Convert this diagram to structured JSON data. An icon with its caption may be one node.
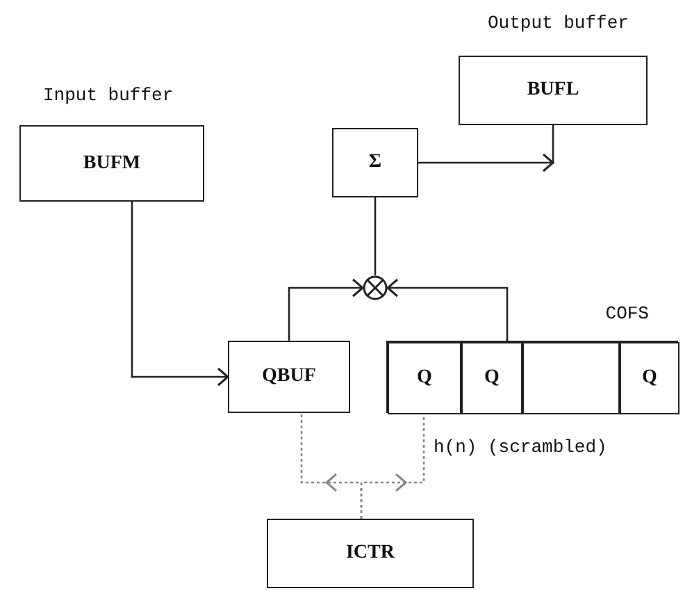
{
  "diagram": {
    "nodes": [
      {
        "text": [
          "BUFL"
        ],
        "beside": [
          "Output buffer"
        ]
      },
      {
        "text": [
          "BUFM"
        ],
        "beside": [
          "Input buffer"
        ]
      },
      {
        "text": [
          "Σ"
        ]
      },
      {
        "text": [],
        "shape": "circle"
      },
      {
        "text": [
          "QBUF"
        ]
      },
      {
        "text": [
          "COFS"
        ]
      },
      {
        "text": [
          "Q"
        ],
        "in": 5
      },
      {
        "text": [
          "Q"
        ],
        "in": 5
      },
      {
        "text": [],
        "shape": "box",
        "in": 5
      },
      {
        "text": [
          "Q"
        ],
        "in": 5
      },
      {
        "text": [
          "ICTR"
        ]
      }
    ],
    "edges": [
      {
        "from": 1,
        "to": 4,
        "arrow": "to"
      },
      {
        "from": 4,
        "to": 3,
        "arrow": "to"
      },
      {
        "from": 5,
        "to": 3,
        "arrow": "to"
      },
      {
        "from": 3,
        "to": 2,
        "arrow": "none"
      },
      {
        "from": 2,
        "to": 0,
        "arrow": "to"
      },
      {
        "from": 10,
        "to": 4,
        "arrow": "to",
        "style": "dashed",
        "color": "#888888"
      },
      {
        "from": 10,
        "to": 6,
        "arrow": "to",
        "style": "dashed",
        "color": "#888888",
        "label": "h(n) (scrambled)"
      }
    ]
  }
}
